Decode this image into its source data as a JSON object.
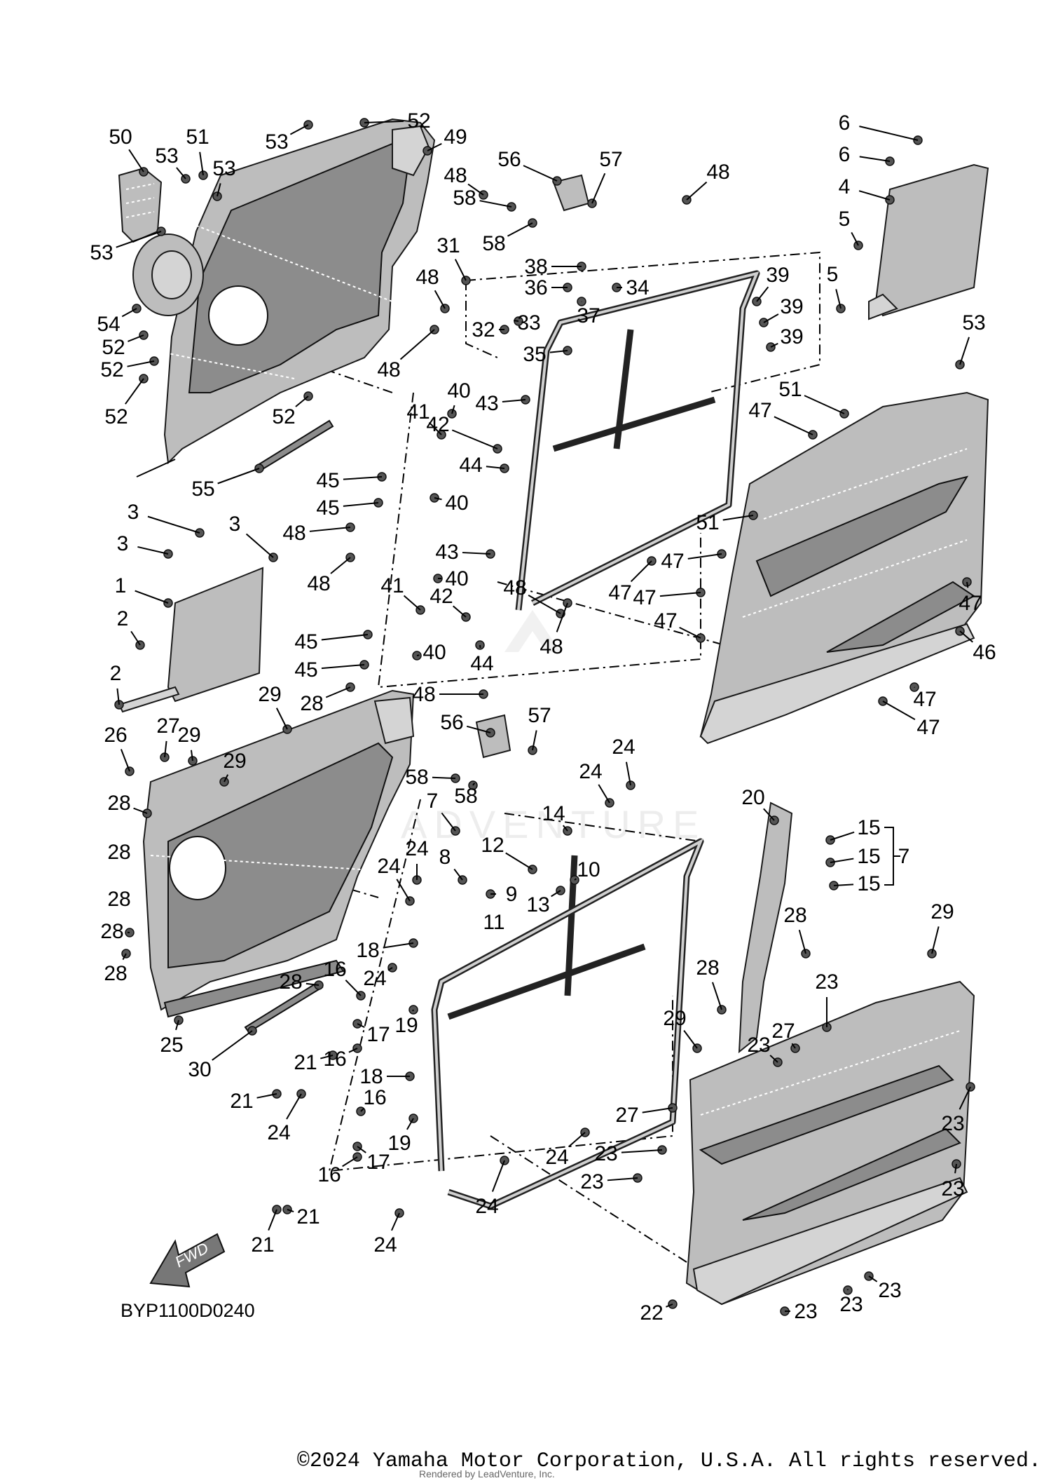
{
  "diagram": {
    "drawing_code": "BYP1100D0240",
    "direction_label": "FWD",
    "watermark": "ADVENTURE",
    "callouts": [
      {
        "id": "c50",
        "label": "50"
      },
      {
        "id": "c51a",
        "label": "51"
      },
      {
        "id": "c53a",
        "label": "53"
      },
      {
        "id": "c53b",
        "label": "53"
      },
      {
        "id": "c53c",
        "label": "53"
      },
      {
        "id": "c52a",
        "label": "52"
      },
      {
        "id": "c49",
        "label": "49"
      },
      {
        "id": "c53d",
        "label": "53"
      },
      {
        "id": "c54",
        "label": "54"
      },
      {
        "id": "c52b",
        "label": "52"
      },
      {
        "id": "c52c",
        "label": "52"
      },
      {
        "id": "c52d",
        "label": "52"
      },
      {
        "id": "c52e",
        "label": "52"
      },
      {
        "id": "c55",
        "label": "55"
      },
      {
        "id": "c56a",
        "label": "56"
      },
      {
        "id": "c57a",
        "label": "57"
      },
      {
        "id": "c58a",
        "label": "58"
      },
      {
        "id": "c58b",
        "label": "58"
      },
      {
        "id": "c48a",
        "label": "48"
      },
      {
        "id": "c48b",
        "label": "48"
      },
      {
        "id": "c31",
        "label": "31"
      },
      {
        "id": "c38",
        "label": "38"
      },
      {
        "id": "c36",
        "label": "36"
      },
      {
        "id": "c34",
        "label": "34"
      },
      {
        "id": "c37",
        "label": "37"
      },
      {
        "id": "c32",
        "label": "32"
      },
      {
        "id": "c33",
        "label": "33"
      },
      {
        "id": "c35",
        "label": "35"
      },
      {
        "id": "c48c",
        "label": "48"
      },
      {
        "id": "c48d",
        "label": "48"
      },
      {
        "id": "c39a",
        "label": "39"
      },
      {
        "id": "c39b",
        "label": "39"
      },
      {
        "id": "c39c",
        "label": "39"
      },
      {
        "id": "c6a",
        "label": "6"
      },
      {
        "id": "c6b",
        "label": "6"
      },
      {
        "id": "c4",
        "label": "4"
      },
      {
        "id": "c5a",
        "label": "5"
      },
      {
        "id": "c5b",
        "label": "5"
      },
      {
        "id": "c53e",
        "label": "53"
      },
      {
        "id": "c51b",
        "label": "51"
      },
      {
        "id": "c47a",
        "label": "47"
      },
      {
        "id": "c47b",
        "label": "47"
      },
      {
        "id": "c40a",
        "label": "40"
      },
      {
        "id": "c41a",
        "label": "41"
      },
      {
        "id": "c43a",
        "label": "43"
      },
      {
        "id": "c42a",
        "label": "42"
      },
      {
        "id": "c44a",
        "label": "44"
      },
      {
        "id": "c45a",
        "label": "45"
      },
      {
        "id": "c45b",
        "label": "45"
      },
      {
        "id": "c40b",
        "label": "40"
      },
      {
        "id": "c48e",
        "label": "48"
      },
      {
        "id": "c48f",
        "label": "48"
      },
      {
        "id": "c51c",
        "label": "51"
      },
      {
        "id": "c47c",
        "label": "47"
      },
      {
        "id": "c47d",
        "label": "47"
      },
      {
        "id": "c47e",
        "label": "47"
      },
      {
        "id": "c47f",
        "label": "47"
      },
      {
        "id": "c46",
        "label": "46"
      },
      {
        "id": "c47g",
        "label": "47"
      },
      {
        "id": "c47h",
        "label": "47"
      },
      {
        "id": "c47i",
        "label": "47"
      },
      {
        "id": "c43b",
        "label": "43"
      },
      {
        "id": "c40c",
        "label": "40"
      },
      {
        "id": "c41b",
        "label": "41"
      },
      {
        "id": "c42b",
        "label": "42"
      },
      {
        "id": "c48g",
        "label": "48"
      },
      {
        "id": "c48h",
        "label": "48"
      },
      {
        "id": "c45c",
        "label": "45"
      },
      {
        "id": "c40d",
        "label": "40"
      },
      {
        "id": "c45d",
        "label": "45"
      },
      {
        "id": "c44b",
        "label": "44"
      },
      {
        "id": "c48i",
        "label": "48"
      },
      {
        "id": "c3a",
        "label": "3"
      },
      {
        "id": "c3b",
        "label": "3"
      },
      {
        "id": "c3c",
        "label": "3"
      },
      {
        "id": "c1",
        "label": "1"
      },
      {
        "id": "c2a",
        "label": "2"
      },
      {
        "id": "c2b",
        "label": "2"
      },
      {
        "id": "c29a",
        "label": "29"
      },
      {
        "id": "c28a",
        "label": "28"
      },
      {
        "id": "c26",
        "label": "26"
      },
      {
        "id": "c27a",
        "label": "27"
      },
      {
        "id": "c29b",
        "label": "29"
      },
      {
        "id": "c29c",
        "label": "29"
      },
      {
        "id": "c28b",
        "label": "28"
      },
      {
        "id": "c28c",
        "label": "28"
      },
      {
        "id": "c28d",
        "label": "28"
      },
      {
        "id": "c28e",
        "label": "28"
      },
      {
        "id": "c28f",
        "label": "28"
      },
      {
        "id": "c25",
        "label": "25"
      },
      {
        "id": "c30",
        "label": "30"
      },
      {
        "id": "c56b",
        "label": "56"
      },
      {
        "id": "c57b",
        "label": "57"
      },
      {
        "id": "c58c",
        "label": "58"
      },
      {
        "id": "c58d",
        "label": "58"
      },
      {
        "id": "c24a",
        "label": "24"
      },
      {
        "id": "c24b",
        "label": "24"
      },
      {
        "id": "c7a",
        "label": "7"
      },
      {
        "id": "c14",
        "label": "14"
      },
      {
        "id": "c12",
        "label": "12"
      },
      {
        "id": "c8",
        "label": "8"
      },
      {
        "id": "c10",
        "label": "10"
      },
      {
        "id": "c9",
        "label": "9"
      },
      {
        "id": "c13",
        "label": "13"
      },
      {
        "id": "c11",
        "label": "11"
      },
      {
        "id": "c24c",
        "label": "24"
      },
      {
        "id": "c24d",
        "label": "24"
      },
      {
        "id": "c18a",
        "label": "18"
      },
      {
        "id": "c16a",
        "label": "16"
      },
      {
        "id": "c24e",
        "label": "24"
      },
      {
        "id": "c28g",
        "label": "28"
      },
      {
        "id": "c19a",
        "label": "19"
      },
      {
        "id": "c17a",
        "label": "17"
      },
      {
        "id": "c21a",
        "label": "21"
      },
      {
        "id": "c16b",
        "label": "16"
      },
      {
        "id": "c18b",
        "label": "18"
      },
      {
        "id": "c21b",
        "label": "21"
      },
      {
        "id": "c24f",
        "label": "24"
      },
      {
        "id": "c16c",
        "label": "16"
      },
      {
        "id": "c19b",
        "label": "19"
      },
      {
        "id": "c17b",
        "label": "17"
      },
      {
        "id": "c16d",
        "label": "16"
      },
      {
        "id": "c21c",
        "label": "21"
      },
      {
        "id": "c21d",
        "label": "21"
      },
      {
        "id": "c24g",
        "label": "24"
      },
      {
        "id": "c24h",
        "label": "24"
      },
      {
        "id": "c24i",
        "label": "24"
      },
      {
        "id": "c20",
        "label": "20"
      },
      {
        "id": "c15a",
        "label": "15"
      },
      {
        "id": "c15b",
        "label": "15"
      },
      {
        "id": "c15c",
        "label": "15"
      },
      {
        "id": "c7b",
        "label": "7"
      },
      {
        "id": "c28h",
        "label": "28"
      },
      {
        "id": "c28i",
        "label": "28"
      },
      {
        "id": "c29d",
        "label": "29"
      },
      {
        "id": "c27b",
        "label": "27"
      },
      {
        "id": "c23a",
        "label": "23"
      },
      {
        "id": "c29e",
        "label": "29"
      },
      {
        "id": "c23b",
        "label": "23"
      },
      {
        "id": "c27c",
        "label": "27"
      },
      {
        "id": "c23c",
        "label": "23"
      },
      {
        "id": "c23d",
        "label": "23"
      },
      {
        "id": "c23e",
        "label": "23"
      },
      {
        "id": "c23f",
        "label": "23"
      },
      {
        "id": "c22",
        "label": "22"
      },
      {
        "id": "c23g",
        "label": "23"
      },
      {
        "id": "c23h",
        "label": "23"
      },
      {
        "id": "c23i",
        "label": "23"
      }
    ]
  },
  "footer": {
    "copyright": "©2024 Yamaha Motor Corporation, U.S.A. All rights reserved.",
    "rendered_by": "Rendered by LeadVenture, Inc."
  }
}
